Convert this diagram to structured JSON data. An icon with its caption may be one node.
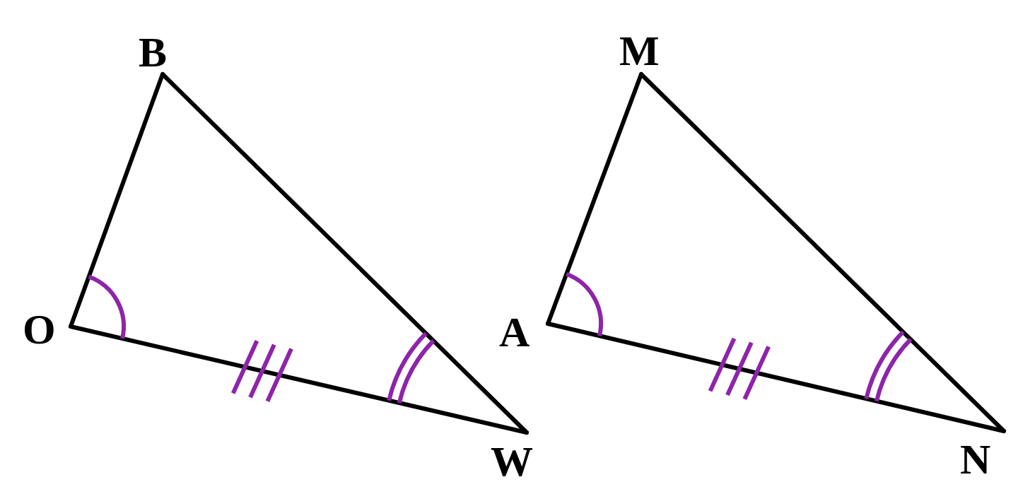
{
  "diagram": {
    "nodes": [
      {
        "text": [
          "B"
        ]
      },
      {
        "text": [
          "O"
        ]
      },
      {
        "text": [
          "W"
        ]
      },
      {
        "text": [
          "M"
        ]
      },
      {
        "text": [
          "A"
        ]
      },
      {
        "text": [
          "N"
        ]
      }
    ],
    "edges": [
      {
        "from": 0,
        "to": 1,
        "arrow": "none"
      },
      {
        "from": 0,
        "to": 2,
        "arrow": "none"
      },
      {
        "from": 1,
        "to": 2,
        "arrow": "none"
      },
      {
        "from": 3,
        "to": 4,
        "arrow": "none"
      },
      {
        "from": 3,
        "to": 5,
        "arrow": "none"
      },
      {
        "from": 4,
        "to": 5,
        "arrow": "none"
      }
    ]
  }
}
